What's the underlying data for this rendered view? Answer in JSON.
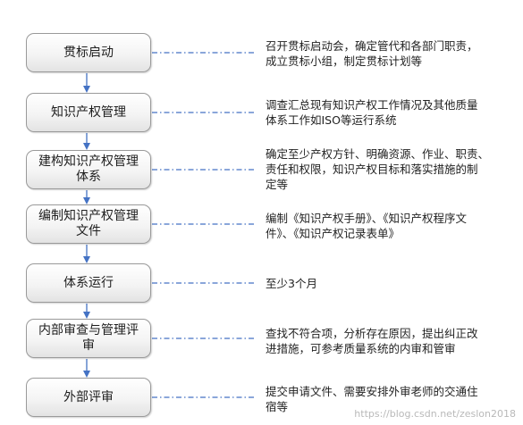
{
  "flow": {
    "steps": [
      {
        "label": "贯标启动",
        "desc_lines": [
          "召开贯标启动会，确定管代和各部门职责，",
          "成立贯标小组，制定贯标计划等"
        ]
      },
      {
        "label": "知识产权管理",
        "desc_lines": [
          "调查汇总现有知识产权工作情况及其他质量",
          "体系工作如ISO等运行系统"
        ]
      },
      {
        "label": "建构知识产权管理体系",
        "desc_lines": [
          "确定至少产权方针、明确资源、作业、职责、",
          "责任和权限，知识产权目标和落实措施的制",
          "定等"
        ]
      },
      {
        "label": "编制知识产权管理文件",
        "desc_lines": [
          "编制《知识产权手册》、《知识产权程序文",
          "件》、《知识产权记录表单》"
        ]
      },
      {
        "label": "体系运行",
        "desc_lines": [
          "至少3个月"
        ]
      },
      {
        "label": "内部审查与管理评审",
        "desc_lines": [
          "查找不符合项，分析存在原因，提出纠正改",
          "进措施，可参考质量系统的内审和管审"
        ]
      },
      {
        "label": "外部评审",
        "desc_lines": [
          "提交申请文件、需要安排外审老师的交通住",
          "宿等"
        ]
      }
    ]
  },
  "colors": {
    "arrow": "#4472c4",
    "connector": "#4472c4",
    "box_border": "#9a9a9a"
  },
  "watermark": "https://blog.csdn.net/zeslon2018"
}
